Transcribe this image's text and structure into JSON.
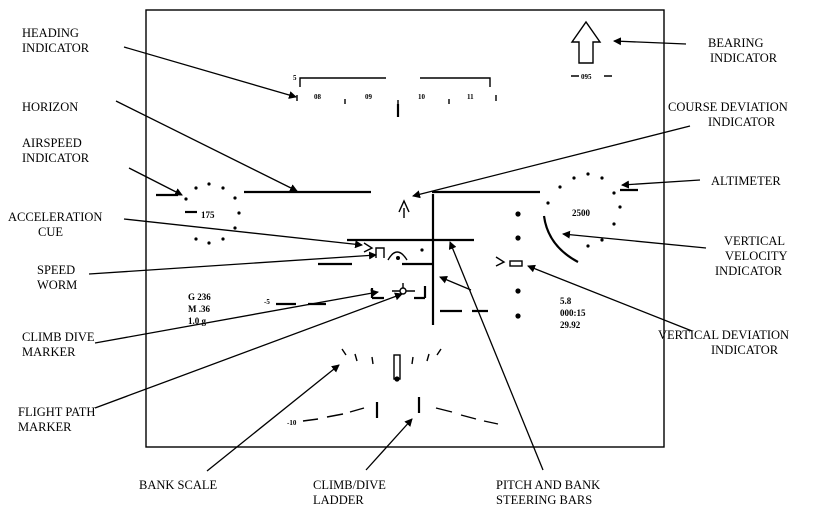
{
  "labels": {
    "heading_indicator": [
      "HEADING",
      "INDICATOR"
    ],
    "horizon": [
      "HORIZON"
    ],
    "airspeed_indicator": [
      "AIRSPEED",
      "INDICATOR"
    ],
    "acceleration_cue": [
      "ACCELERATION",
      "CUE"
    ],
    "speed_worm": [
      "SPEED",
      "WORM"
    ],
    "climb_dive_marker": [
      "CLIMB DIVE",
      "MARKER"
    ],
    "flight_path_marker": [
      "FLIGHT PATH",
      "MARKER"
    ],
    "bank_scale": [
      "BANK SCALE"
    ],
    "climb_dive_ladder": [
      "CLIMB/DIVE",
      "LADDER"
    ],
    "pitch_bank_steering_bars": [
      "PITCH AND BANK",
      "STEERING BARS"
    ],
    "bearing_indicator": [
      "BEARING",
      "INDICATOR"
    ],
    "course_deviation_indicator": [
      "COURSE DEVIATION",
      "INDICATOR"
    ],
    "altimeter": [
      "ALTIMETER"
    ],
    "vertical_velocity_indicator": [
      "VERTICAL",
      "VELOCITY",
      "INDICATOR"
    ],
    "vertical_deviation_indicator": [
      "VERTICAL DEVIATION",
      "INDICATOR"
    ]
  },
  "hud": {
    "heading_ticks": [
      "08",
      "09",
      "10",
      "11"
    ],
    "heading_scale_mark": "5",
    "bearing_value": "095",
    "airspeed_value": "175",
    "altitude_value": "2500",
    "g_readout": "G 236",
    "mach_readout": "M .36",
    "load_readout": "1.0 g",
    "range_readout": "5.8",
    "time_readout": "000:15",
    "baro_readout": "29.92",
    "ladder_minus5": "-5",
    "ladder_minus10": "-10"
  }
}
